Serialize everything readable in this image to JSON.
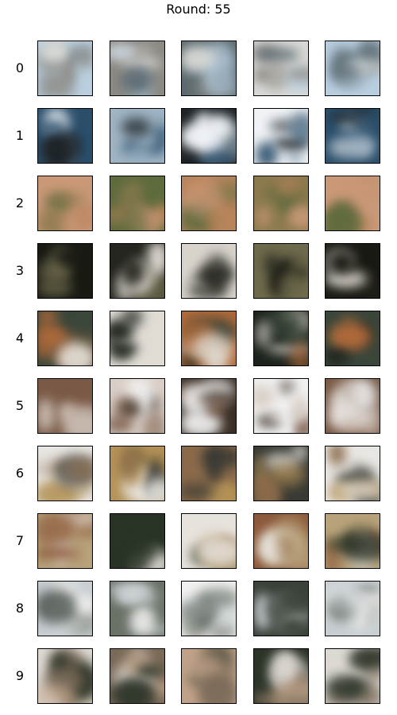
{
  "figure": {
    "title": "Round: 55"
  },
  "grid": {
    "rows": [
      {
        "label": "0",
        "palette": [
          "#b9cfe0",
          "#8d8a84",
          "#5b6a70",
          "#d8d9d6"
        ]
      },
      {
        "label": "1",
        "palette": [
          "#f0f3f6",
          "#2b4f6b",
          "#9fb4c4",
          "#1d2327"
        ]
      },
      {
        "label": "2",
        "palette": [
          "#b8845a",
          "#8c7a4e",
          "#c99878",
          "#5e6b3e"
        ]
      },
      {
        "label": "3",
        "palette": [
          "#262620",
          "#d8d4cc",
          "#6e6a4c",
          "#1a1a14"
        ]
      },
      {
        "label": "4",
        "palette": [
          "#3a463a",
          "#e0dcd4",
          "#b06a3a",
          "#1c221c"
        ]
      },
      {
        "label": "5",
        "palette": [
          "#f2f2f2",
          "#7a5a46",
          "#d8cec6",
          "#3c3026"
        ]
      },
      {
        "label": "6",
        "palette": [
          "#8a6a4a",
          "#3a3a34",
          "#e8e6e2",
          "#b49256"
        ]
      },
      {
        "label": "7",
        "palette": [
          "#2a3426",
          "#e6e2dc",
          "#8c5a3a",
          "#b8a27a"
        ]
      },
      {
        "label": "8",
        "palette": [
          "#c8ced2",
          "#6a7268",
          "#f0f0ee",
          "#3a423a"
        ]
      },
      {
        "label": "9",
        "palette": [
          "#2c3428",
          "#dcd8d2",
          "#7a6a58",
          "#c0a288"
        ]
      }
    ],
    "columns": 5
  }
}
